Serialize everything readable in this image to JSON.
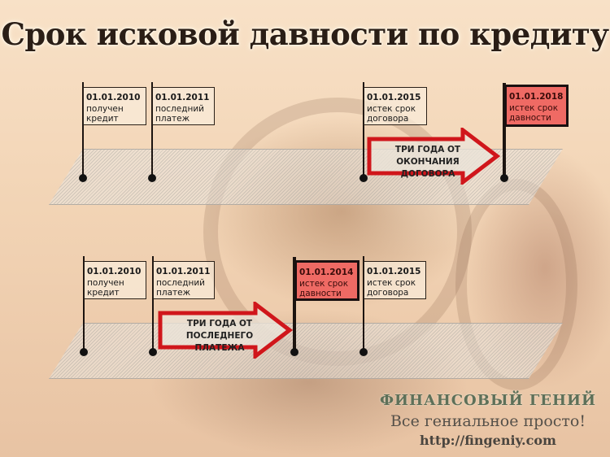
{
  "title": "Срок исковой давности по кредиту",
  "timelines": [
    {
      "id": "timeline-contract-end",
      "events": [
        {
          "date": "01.01.2010",
          "line1": "получен",
          "line2": "кредит",
          "highlight": false
        },
        {
          "date": "01.01.2011",
          "line1": "последний",
          "line2": "платеж",
          "highlight": false
        },
        {
          "date": "01.01.2015",
          "line1": "истек срок",
          "line2": "договора",
          "highlight": false
        },
        {
          "date": "01.01.2018",
          "line1": "истек срок",
          "line2": "давности",
          "highlight": true
        }
      ],
      "arrow": {
        "line1": "ТРИ ГОДА ОТ",
        "line2": "ОКОНЧАНИЯ ДОГОВОРА"
      }
    },
    {
      "id": "timeline-last-payment",
      "events": [
        {
          "date": "01.01.2010",
          "line1": "получен",
          "line2": "кредит",
          "highlight": false
        },
        {
          "date": "01.01.2011",
          "line1": "последний",
          "line2": "платеж",
          "highlight": false
        },
        {
          "date": "01.01.2014",
          "line1": "истек срок",
          "line2": "давности",
          "highlight": true
        },
        {
          "date": "01.01.2015",
          "line1": "истек срок",
          "line2": "договора",
          "highlight": false
        }
      ],
      "arrow": {
        "line1": "ТРИ ГОДА ОТ",
        "line2": "ПОСЛЕДНЕГО ПЛАТЕЖА"
      }
    }
  ],
  "brand": {
    "name": "ФИНАНСОВЫЙ ГЕНИЙ",
    "slogan": "Все гениальное просто!",
    "url": "http://fingeniy.com"
  },
  "colors": {
    "highlight_flag": "#ef6a64",
    "arrow_border": "#d0161b",
    "background": "#f3d9bf"
  }
}
